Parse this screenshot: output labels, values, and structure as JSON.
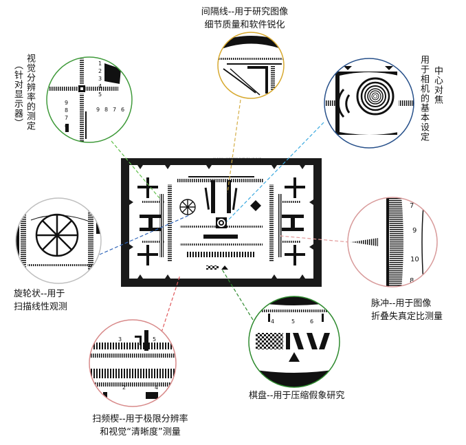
{
  "labels": {
    "top": [
      "间隔线--用于研究图像",
      "细节质量和软件锐化"
    ],
    "left_vertical": "视觉分辨率的测定",
    "left_vertical_paren": "（针对显示器）",
    "right_vertical_a": "用于相机的基本设定",
    "right_vertical_b": "中心对焦",
    "left_mid": [
      "旋轮状--用于",
      "扫描线性观测"
    ],
    "right_mid": [
      "脉冲--用于图像",
      "折叠失真定比测量"
    ],
    "bottom_center": "棋盘--用于压缩假象研究",
    "bottom_left": [
      "扫频楔--用于极限分辨率",
      "和视觉“清晰度”测量"
    ]
  },
  "chart": {
    "tiny_title": "IN 1000 LINES PER PICTURE HEIGHT"
  },
  "magnifier_numbers": {
    "top_left": [
      "1",
      "2",
      "3",
      "4",
      "5",
      "9",
      "8",
      "7",
      "6",
      "9",
      "8",
      "7",
      "6"
    ],
    "right": [
      "7",
      "9",
      "10",
      "8"
    ],
    "bottom_left": [
      "3",
      "5",
      "2",
      "4"
    ],
    "bottom_center": [
      "6",
      "5",
      "4"
    ]
  },
  "colors": {
    "top": "#d7a930",
    "top_left": "#3f9a3a",
    "top_right": "#27508a",
    "left": "#bfbfbf",
    "right": "#d89a9a",
    "bottom_left": "#d88a8a",
    "bottom_center": "#2e8a2e",
    "leader_green": "#5fbf4a",
    "leader_blue": "#3aa9e0",
    "leader_darkblue": "#2d63b8",
    "leader_red": "#e0585b",
    "leader_pink": "#e39a9a",
    "leader_gold": "#d4ad45"
  }
}
